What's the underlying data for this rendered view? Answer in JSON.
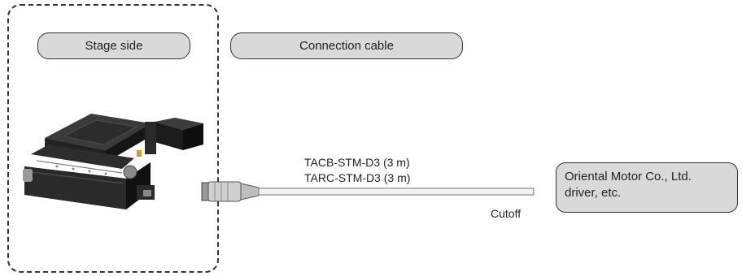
{
  "stage_side": {
    "label": "Stage side"
  },
  "connection_cable": {
    "label": "Connection cable"
  },
  "cable": {
    "model_1": "TACB-STM-D3 (3 m)",
    "model_2": "TARC-STM-D3 (3 m)",
    "end_label": "Cutoff"
  },
  "driver": {
    "line_1": "Oriental Motor Co., Ltd.",
    "line_2": "driver, etc."
  }
}
